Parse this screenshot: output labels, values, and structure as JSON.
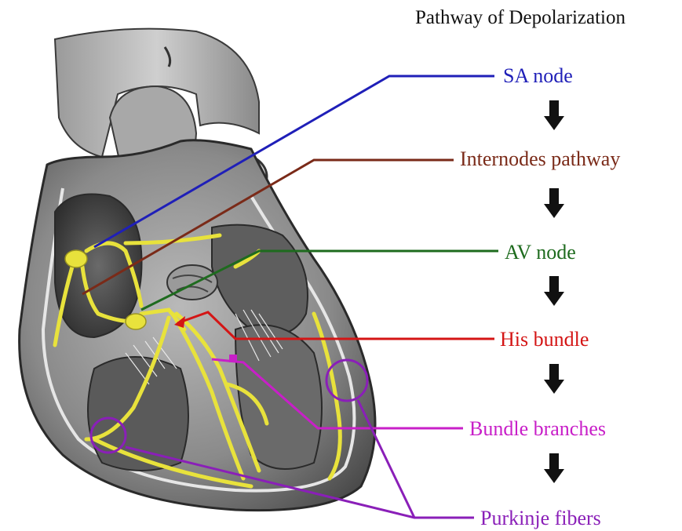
{
  "title": "Pathway of Depolarization",
  "steps": [
    {
      "label": "SA node",
      "color": "#1f1fb8"
    },
    {
      "label": "Internodes pathway",
      "color": "#7a2a18"
    },
    {
      "label": "AV node",
      "color": "#1e6b1e"
    },
    {
      "label": "His bundle",
      "color": "#d41515"
    },
    {
      "label": "Bundle branches",
      "color": "#c81fc8"
    },
    {
      "label": "Purkinje fibers",
      "color": "#8a1fb8"
    }
  ],
  "colors": {
    "arrow": "#111111",
    "conduction_system": "#e8e23c",
    "heart_tissue": "#7d7d7d"
  },
  "icons": [
    "down-arrow-icon"
  ]
}
